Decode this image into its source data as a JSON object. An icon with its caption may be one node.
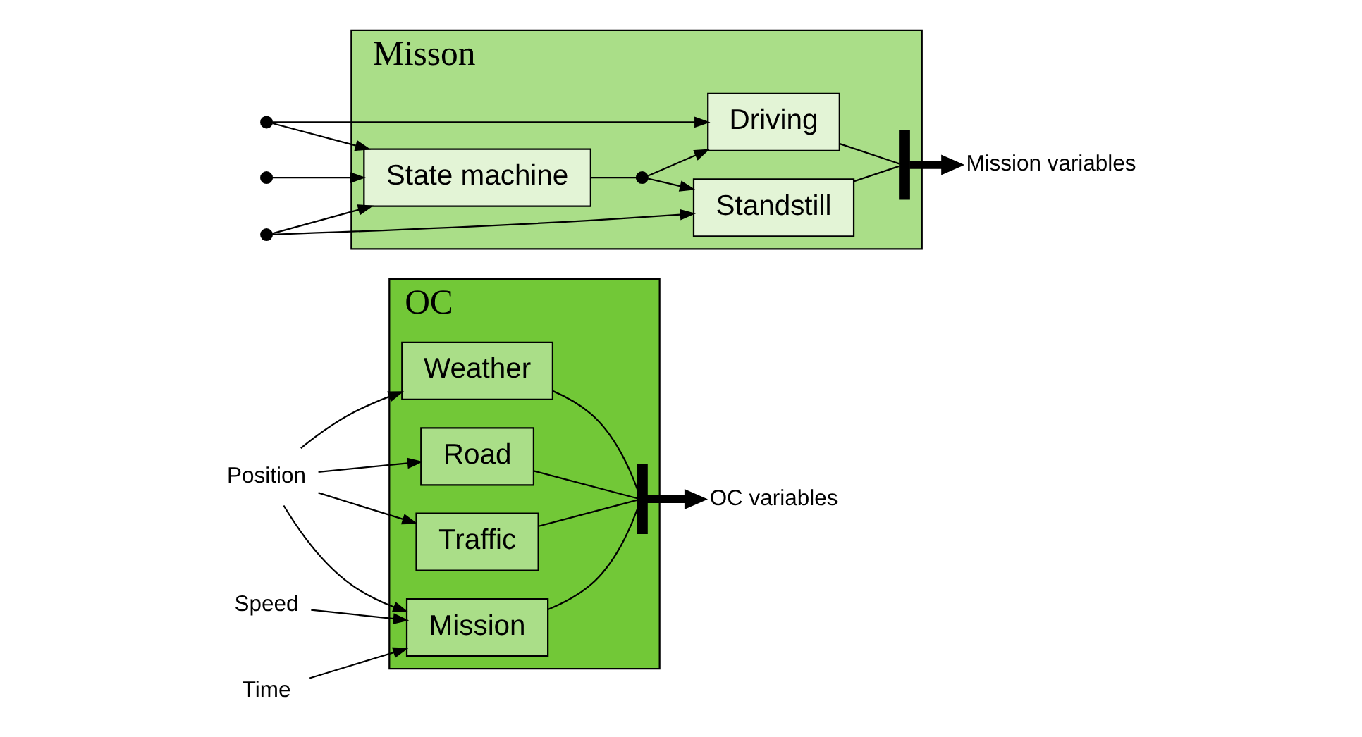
{
  "diagram": {
    "nodes": [
      {
        "text": [
          "OC"
        ]
      },
      {
        "text": [
          "Position"
        ]
      },
      {
        "text": [
          "Speed"
        ]
      },
      {
        "text": [
          "Time"
        ]
      },
      {
        "text": [
          "Weather"
        ],
        "in": 0
      },
      {
        "text": [
          "Road"
        ],
        "in": 0
      },
      {
        "text": [
          "Traffic"
        ],
        "in": 0
      },
      {
        "text": [
          "Mission"
        ],
        "in": 0
      },
      {
        "text": [],
        "shape": "bar",
        "in": 0
      },
      {
        "text": [
          "OC variables"
        ]
      },
      {
        "text": [
          "Misson"
        ]
      },
      {
        "text": [],
        "shape": "circle"
      },
      {
        "text": [],
        "shape": "circle"
      },
      {
        "text": [],
        "shape": "circle"
      },
      {
        "text": [
          "Driving"
        ],
        "in": 10
      },
      {
        "text": [
          "State machine"
        ],
        "in": 10
      },
      {
        "text": [
          "Standstill"
        ],
        "in": 10
      },
      {
        "text": [],
        "shape": "circle",
        "in": 10
      },
      {
        "text": [],
        "shape": "bar",
        "in": 10
      },
      {
        "text": [
          "Mission variables"
        ]
      }
    ],
    "edges": [
      {
        "from": 1,
        "to": 4,
        "arrow": "to"
      },
      {
        "from": 1,
        "to": 5,
        "arrow": "to"
      },
      {
        "from": 1,
        "to": 6,
        "arrow": "to"
      },
      {
        "from": 1,
        "to": 7,
        "arrow": "to"
      },
      {
        "from": 2,
        "to": 7,
        "arrow": "to"
      },
      {
        "from": 3,
        "to": 7,
        "arrow": "to"
      },
      {
        "from": 4,
        "to": 8,
        "arrow": "none"
      },
      {
        "from": 5,
        "to": 8,
        "arrow": "none"
      },
      {
        "from": 6,
        "to": 8,
        "arrow": "none"
      },
      {
        "from": 7,
        "to": 8,
        "arrow": "none"
      },
      {
        "from": 8,
        "to": 9,
        "arrow": "to",
        "style": "thick"
      },
      {
        "from": 11,
        "to": 14,
        "arrow": "to"
      },
      {
        "from": 11,
        "to": 15,
        "arrow": "to"
      },
      {
        "from": 12,
        "to": 15,
        "arrow": "to"
      },
      {
        "from": 13,
        "to": 15,
        "arrow": "to"
      },
      {
        "from": 13,
        "to": 16,
        "arrow": "to"
      },
      {
        "from": 15,
        "to": 17,
        "arrow": "none"
      },
      {
        "from": 17,
        "to": 14,
        "arrow": "to"
      },
      {
        "from": 17,
        "to": 16,
        "arrow": "to"
      },
      {
        "from": 14,
        "to": 18,
        "arrow": "none"
      },
      {
        "from": 16,
        "to": 18,
        "arrow": "none"
      },
      {
        "from": 18,
        "to": 19,
        "arrow": "to",
        "style": "thick"
      }
    ]
  }
}
